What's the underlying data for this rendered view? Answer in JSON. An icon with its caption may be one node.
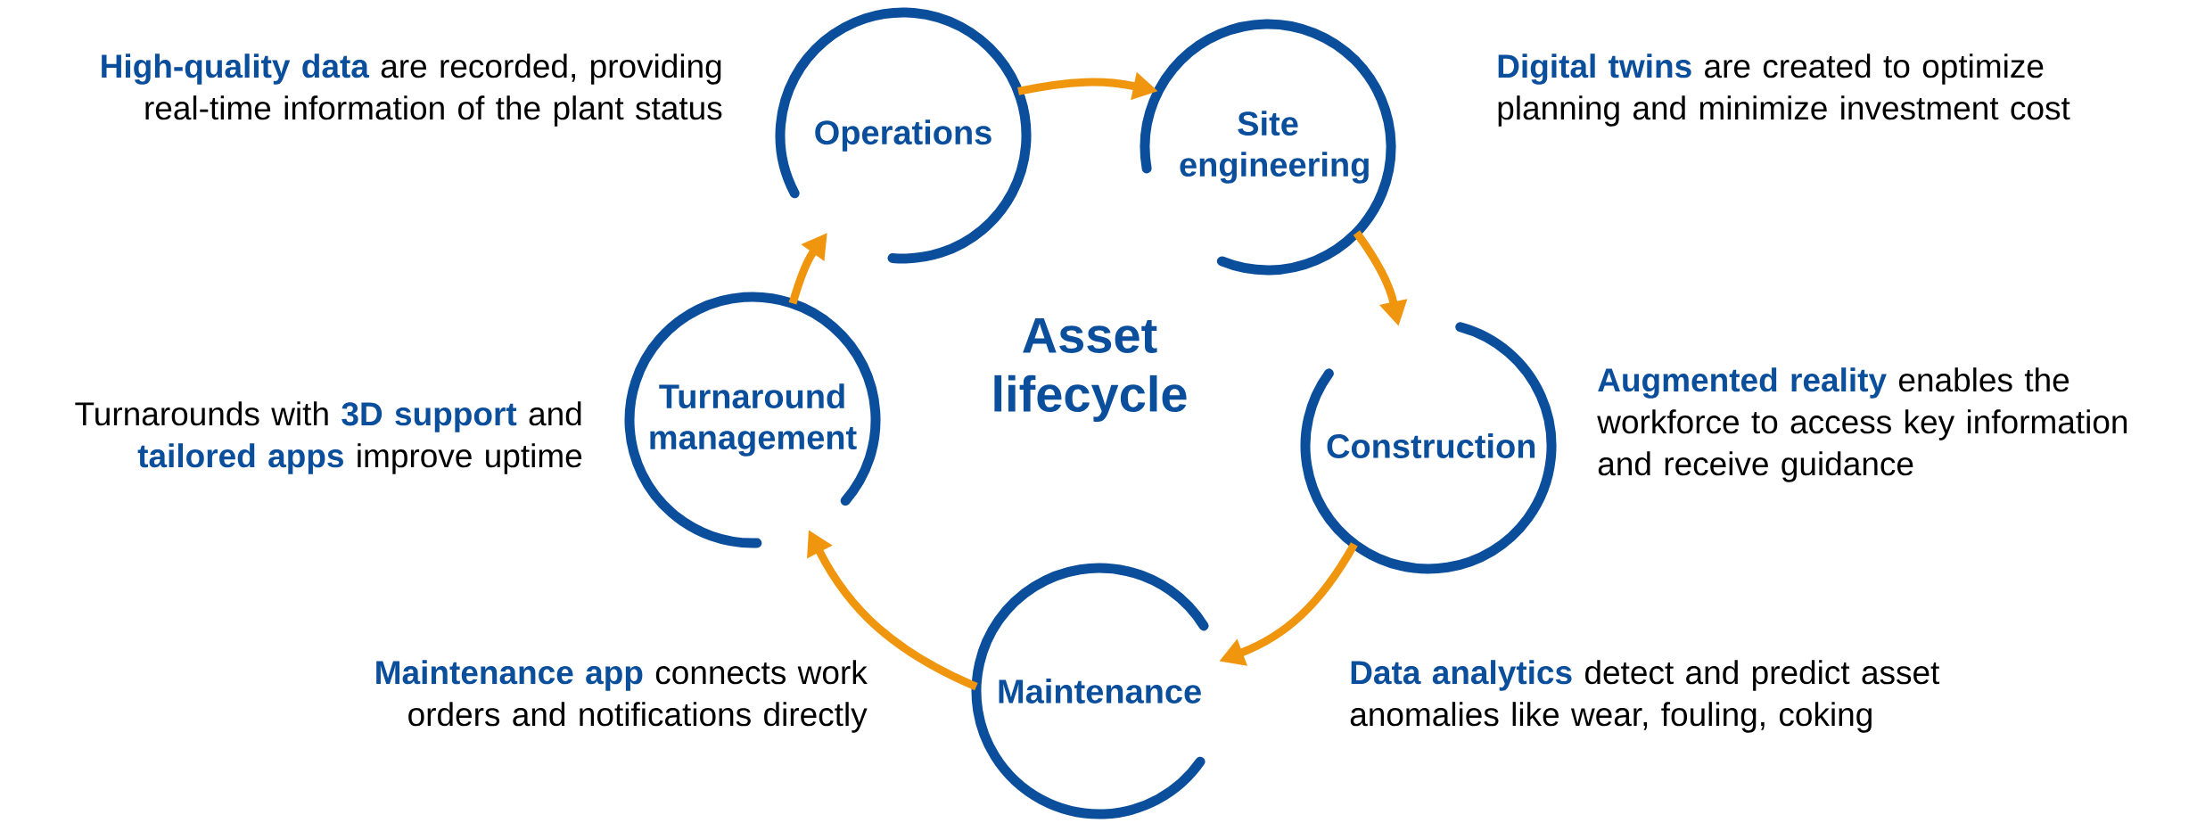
{
  "diagram": {
    "title": "Asset lifecycle",
    "nodes": [
      {
        "text": [
          "Operations"
        ],
        "beside": [
          "**High-quality data** are recorded, providing real-time information of the plant status"
        ]
      },
      {
        "text": [
          "Site engineering"
        ],
        "beside": [
          "**Digital twins** are created to optimize planning and minimize investment cost"
        ]
      },
      {
        "text": [
          "Construction"
        ],
        "beside": [
          "**Augmented reality** enables the workforce to access key information and receive guidance"
        ]
      },
      {
        "text": [
          "Maintenance"
        ],
        "beside": [
          "**Maintenance app** connects work orders and notifications directly"
        ]
      },
      {
        "text": [
          "Turnaround management"
        ],
        "beside": [
          "Turnarounds with **3D support** and **tailored apps** improve uptime"
        ]
      }
    ],
    "edges": [
      {
        "from": 0,
        "to": 1,
        "arrow": "to"
      },
      {
        "from": 1,
        "to": 2,
        "arrow": "to"
      },
      {
        "from": 2,
        "to": 3,
        "arrow": "to"
      },
      {
        "from": 3,
        "to": 4,
        "arrow": "to"
      },
      {
        "from": 4,
        "to": 0,
        "arrow": "to"
      }
    ],
    "labels": [
      "**Data analytics** detect and predict asset anomalies like wear, fouling, coking"
    ]
  }
}
